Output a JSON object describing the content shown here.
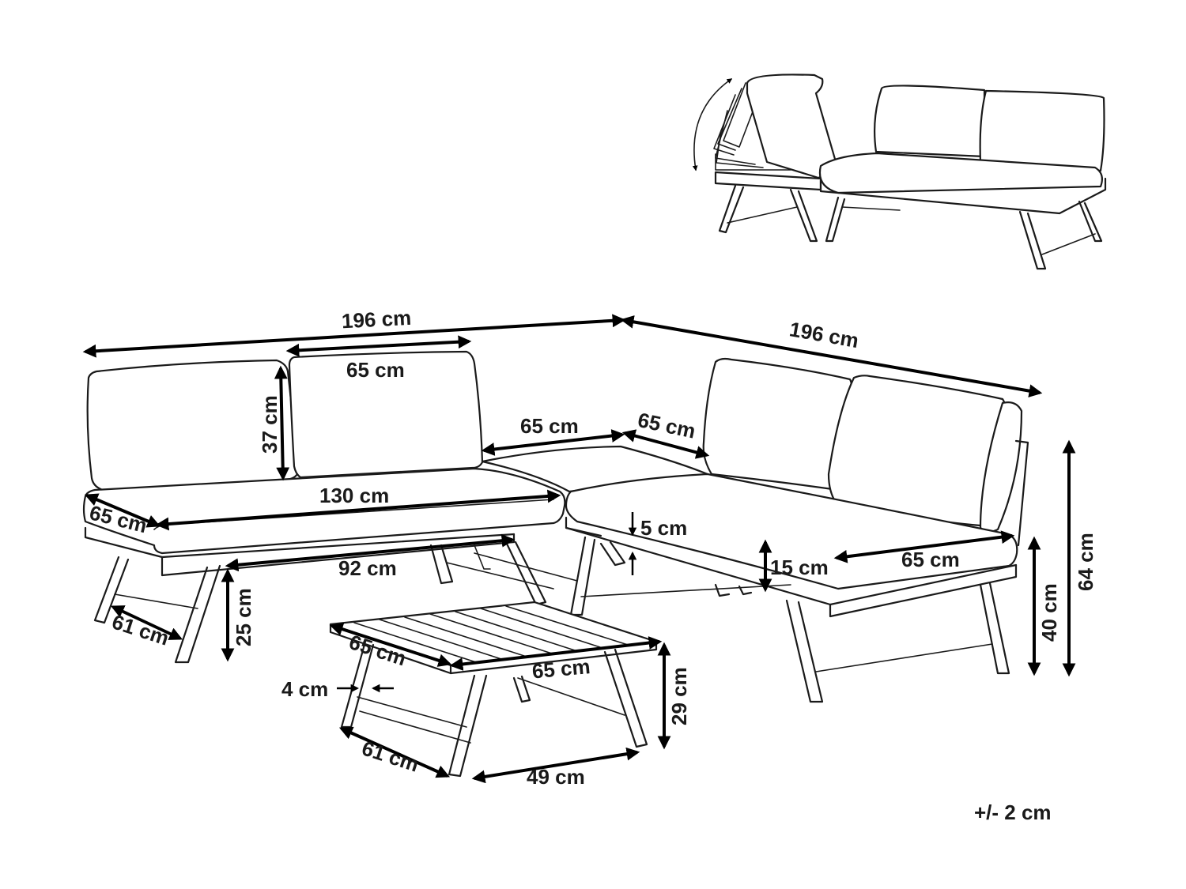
{
  "labels": {
    "overall_width_left": "196 cm",
    "overall_width_right": "196 cm",
    "back_cushion_width": "65 cm",
    "back_cushion_height": "37 cm",
    "corner_depth_left": "65 cm",
    "corner_depth_right": "65 cm",
    "seat_length": "130 cm",
    "seat_depth_left": "65 cm",
    "leg_span": "92 cm",
    "leg_base_left": "61 cm",
    "seat_height_ground": "25 cm",
    "frame_thickness": "5 cm",
    "cushion_height": "15 cm",
    "seat_depth_right": "65 cm",
    "seat_height": "40 cm",
    "total_height": "64 cm",
    "table_width": "65 cm",
    "table_depth": "65 cm",
    "table_height": "29 cm",
    "table_top_thickness": "4 cm",
    "table_leg_base": "61 cm",
    "table_leg_span": "49 cm"
  },
  "tolerance": "+/- 2 cm"
}
